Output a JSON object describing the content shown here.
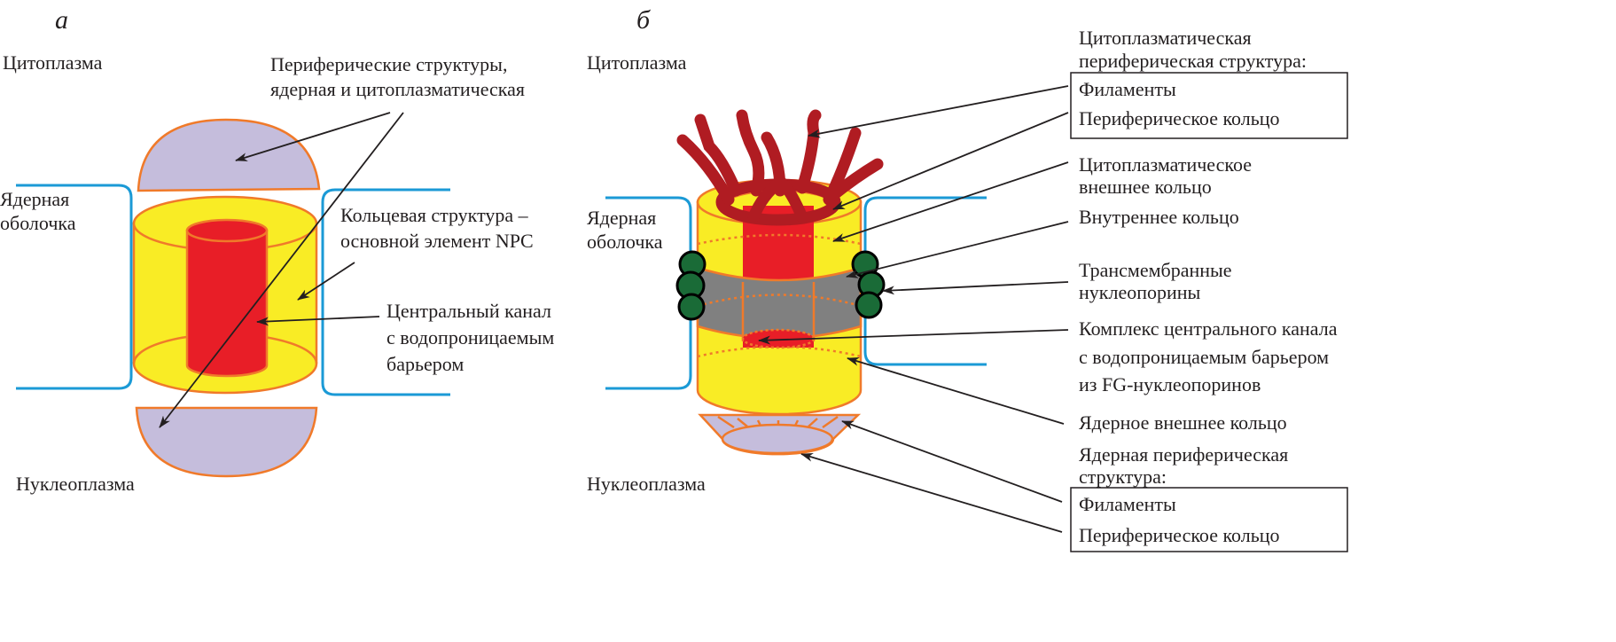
{
  "colors": {
    "membrane": "#1b9ad6",
    "ring": "#f9ec25",
    "channel": "#e81e27",
    "peripheral": "#c5bddc",
    "outline": "#f07a2a",
    "filaments": "#b01c22",
    "transmembrane": "#1a6b37",
    "inner_ring": "#808080"
  },
  "panel_a": {
    "letter": "а",
    "cytoplasm": "Цитоплазма",
    "nucleoplasm": "Нуклеоплазма",
    "envelope": [
      "Ядерная",
      "оболочка"
    ],
    "peripheral": [
      "Периферические структуры,",
      "ядерная и цитоплазматическая"
    ],
    "ring": [
      "Кольцевая структура –",
      "основной элемент NPC"
    ],
    "channel": [
      "Центральный канал",
      "с водопроницаемым",
      "барьером"
    ]
  },
  "panel_b": {
    "letter": "б",
    "cytoplasm": "Цитоплазма",
    "nucleoplasm": "Нуклеоплазма",
    "envelope": [
      "Ядерная",
      "оболочка"
    ],
    "cyto_peripheral": [
      "Цитоплазматическая",
      "периферическая структура:"
    ],
    "cyto_box": [
      "Филаменты",
      "Периферическое кольцо"
    ],
    "cyto_outer_ring": [
      "Цитоплазматическое",
      "внешнее кольцо"
    ],
    "inner_ring": "Внутреннее кольцо",
    "transmembrane": [
      "Трансмембранные",
      "нуклеопорины"
    ],
    "central_channel": [
      "Комплекс центрального канала",
      "с водопроницаемым барьером",
      "из FG-нуклеопоринов"
    ],
    "nuclear_outer_ring": "Ядерное внешнее кольцо",
    "nuclear_peripheral": [
      "Ядерная периферическая",
      "структура:"
    ],
    "nuclear_box": [
      "Филаменты",
      "Периферическое кольцо"
    ]
  }
}
